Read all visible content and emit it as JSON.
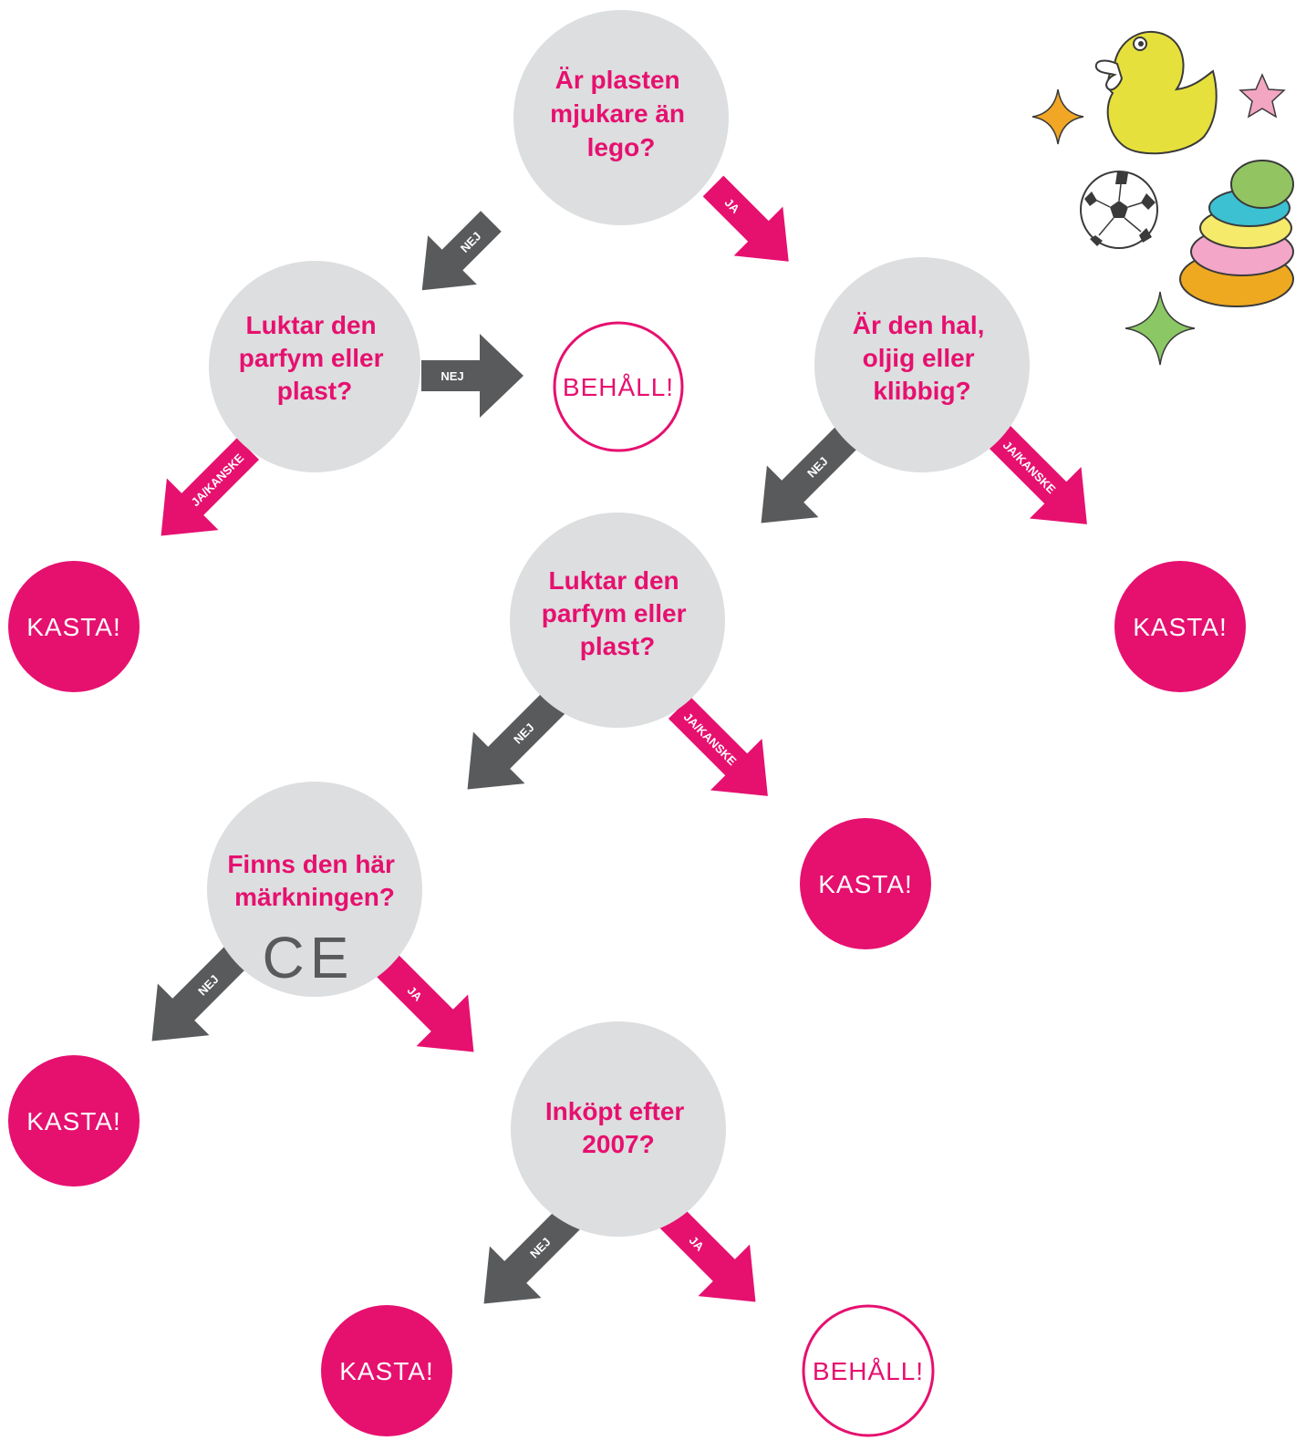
{
  "colors": {
    "question_bg": "#dcdedf",
    "accent": "#e6106f",
    "dark_arrow": "#595a5c",
    "text_white": "#ffffff"
  },
  "questions": {
    "q1": {
      "lines": [
        "Är plasten",
        "mjukare än",
        "lego?"
      ]
    },
    "q2": {
      "lines": [
        "Luktar den",
        "parfym eller",
        "plast?"
      ]
    },
    "q3": {
      "lines": [
        "Är den hal,",
        "oljig eller",
        "klibbig?"
      ]
    },
    "q4": {
      "lines": [
        "Luktar den",
        "parfym eller",
        "plast?"
      ]
    },
    "q5": {
      "lines": [
        "Finns den här",
        "märkningen?"
      ],
      "mark": "CE"
    },
    "q6": {
      "lines": [
        "Inköpt efter",
        "2007?"
      ]
    }
  },
  "results": {
    "keep_1": "BEHÅLL!",
    "toss_1": "KASTA!",
    "toss_2": "KASTA!",
    "toss_3": "KASTA!",
    "toss_4": "KASTA!",
    "toss_5": "KASTA!",
    "keep_2": "BEHÅLL!"
  },
  "arrows": {
    "q1_no": "NEJ",
    "q1_yes": "JA",
    "q2_no": "NEJ",
    "q2_yes": "JA/KANSKE",
    "q3_no": "NEJ",
    "q3_yes": "JA/KANSKE",
    "q4_no": "NEJ",
    "q4_yes": "JA/KANSKE",
    "q5_no": "NEJ",
    "q5_yes": "JA",
    "q6_no": "NEJ",
    "q6_yes": "JA"
  },
  "illustrations": [
    "rubber-duck-icon",
    "soccer-ball-icon",
    "stacking-rings-icon",
    "sparkle-icon",
    "star-icon"
  ]
}
